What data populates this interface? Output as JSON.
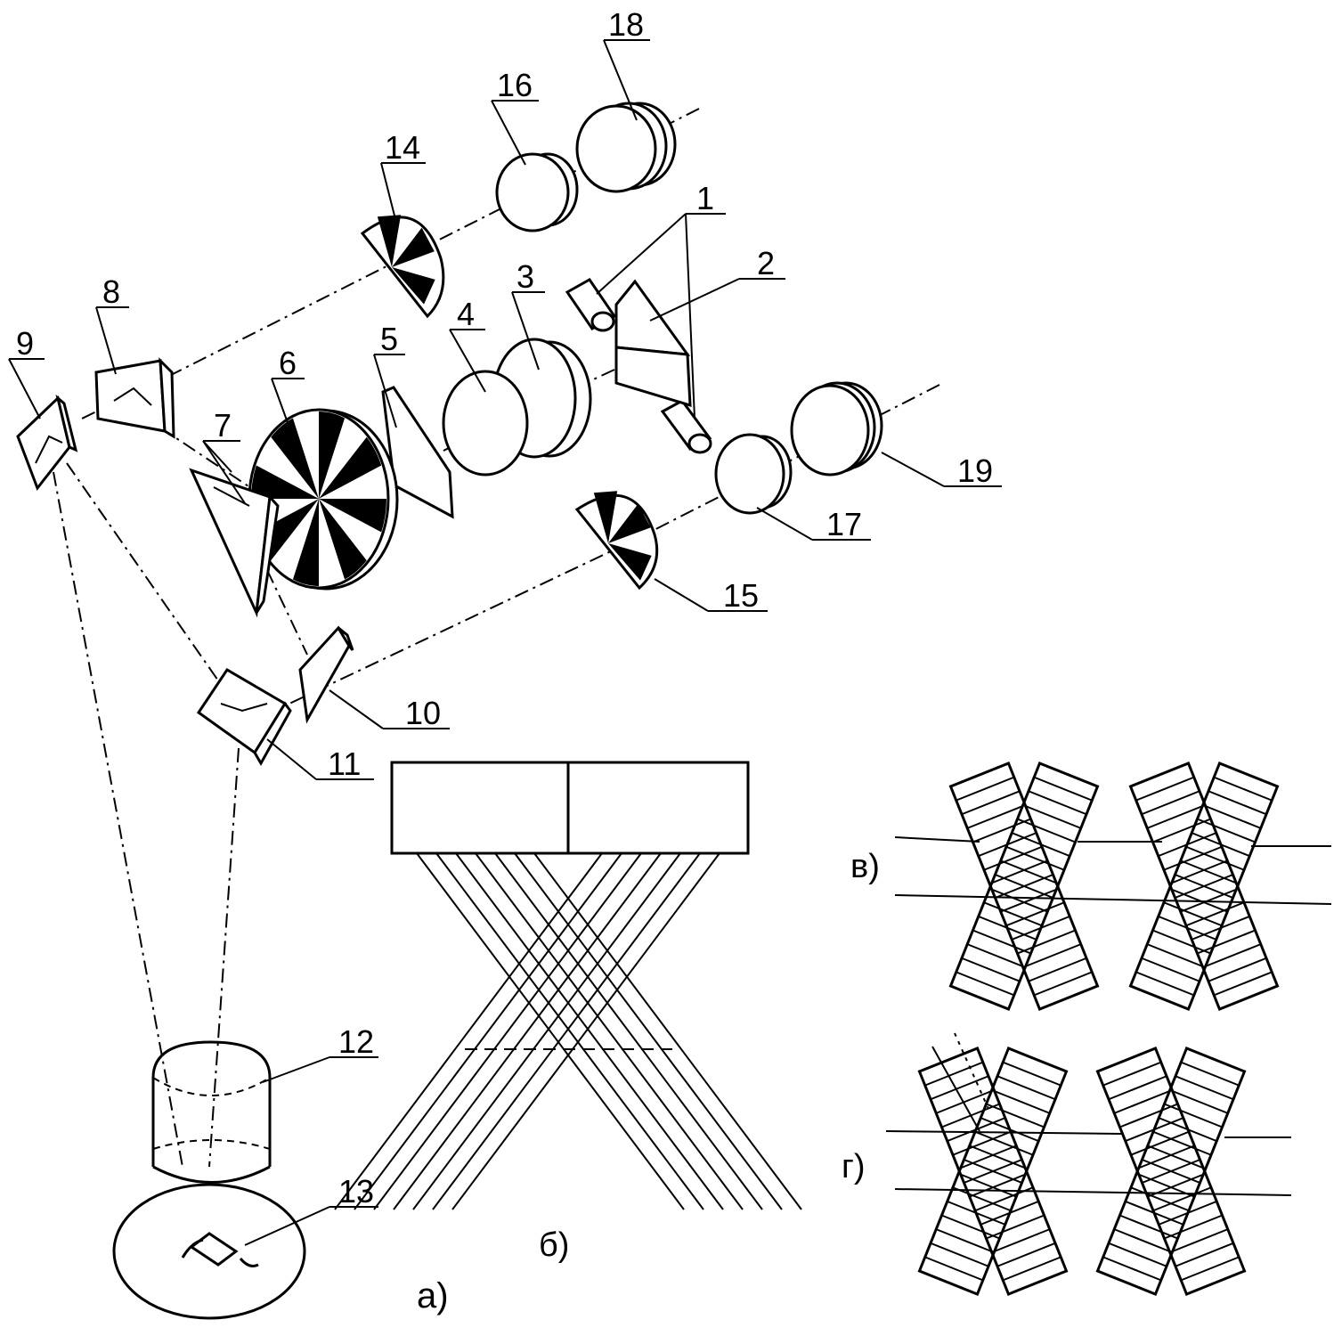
{
  "labels": {
    "n1": "1",
    "n2": "2",
    "n3": "3",
    "n4": "4",
    "n5": "5",
    "n6": "6",
    "n7": "7",
    "n8": "8",
    "n9": "9",
    "n10": "10",
    "n11": "11",
    "n12": "12",
    "n13": "13",
    "n14": "14",
    "n15": "15",
    "n16": "16",
    "n17": "17",
    "n18": "18",
    "n19": "19"
  },
  "panels": {
    "a": "а)",
    "b": "б)",
    "v": "в)",
    "g": "г)"
  }
}
